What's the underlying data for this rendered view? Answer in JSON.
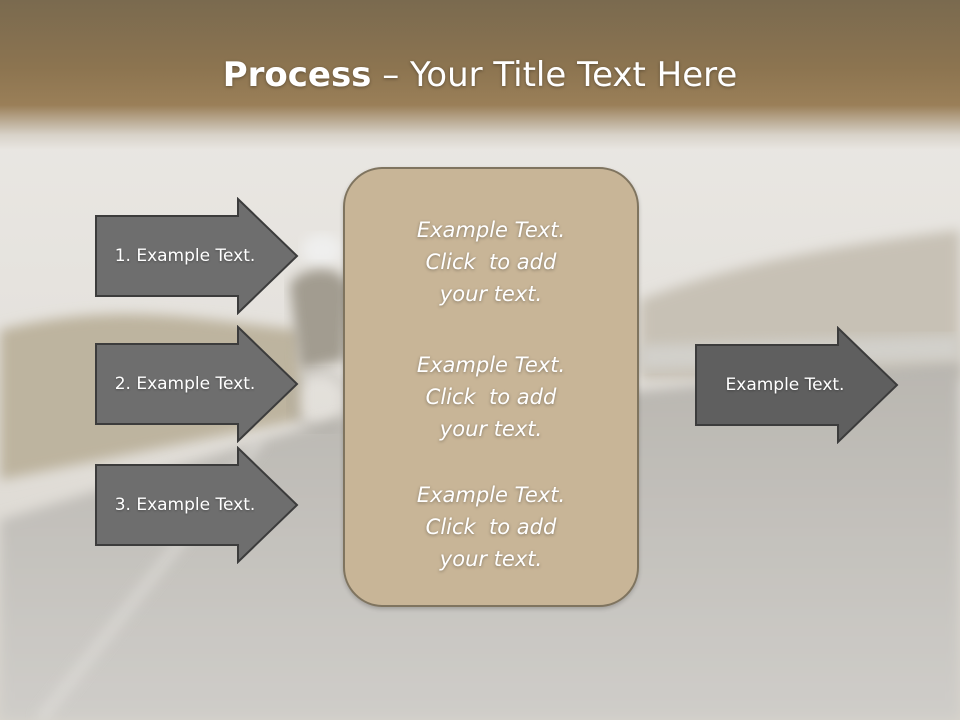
{
  "title": {
    "bold": "Process",
    "rest": " – Your Title Text Here"
  },
  "left_arrows": [
    {
      "label": "1. Example Text."
    },
    {
      "label": "2. Example Text."
    },
    {
      "label": "3. Example Text."
    }
  ],
  "center_box": {
    "items": [
      {
        "line1": "Example Text.",
        "line2": "Click  to add",
        "line3": "your text."
      },
      {
        "line1": "Example Text.",
        "line2": "Click  to add",
        "line3": "your text."
      },
      {
        "line1": "Example Text.",
        "line2": "Click  to add",
        "line3": "your text."
      }
    ]
  },
  "right_arrow": {
    "label": "Example Text."
  },
  "colors": {
    "title_bar": "#8c7450",
    "arrow_fill": "#6e6e6e",
    "arrow_stroke": "#3c3c3c",
    "panel_fill": "#c8b597",
    "panel_border": "#7f745f"
  }
}
